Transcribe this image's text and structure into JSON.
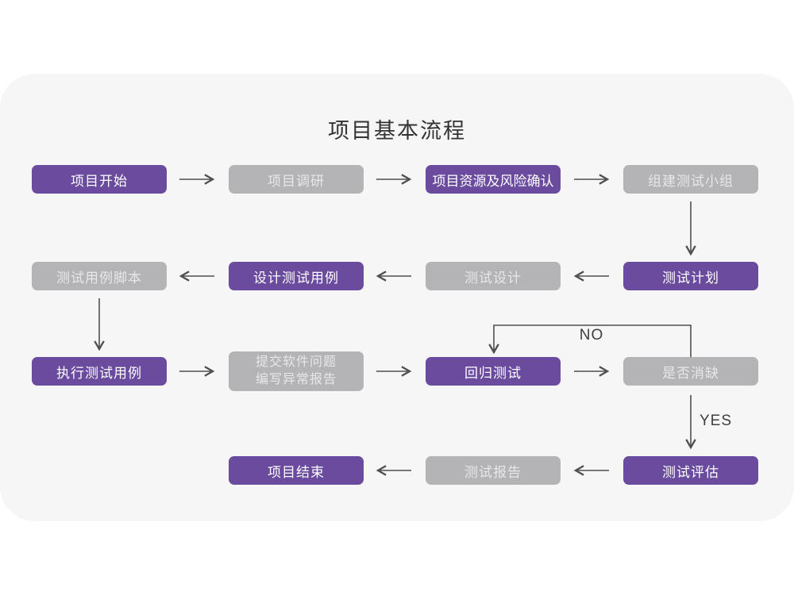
{
  "title": "项目基本流程",
  "colors": {
    "primary_box": "#6a4b9e",
    "secondary_box": "#b4b4b7",
    "card_background": "#f6f6f7",
    "arrow": "#4f4f4f"
  },
  "nodes": {
    "project_start": {
      "label": "项目开始",
      "type": "primary"
    },
    "project_research": {
      "label": "项目调研",
      "type": "secondary"
    },
    "resource_risk": {
      "label": "项目资源及风险确认",
      "type": "primary"
    },
    "build_test_team": {
      "label": "组建测试小组",
      "type": "secondary"
    },
    "test_plan": {
      "label": "测试计划",
      "type": "primary"
    },
    "test_design": {
      "label": "测试设计",
      "type": "secondary"
    },
    "design_test_cases": {
      "label": "设计测试用例",
      "type": "primary"
    },
    "test_case_script": {
      "label": "测试用例脚本",
      "type": "secondary"
    },
    "execute_test_cases": {
      "label": "执行测试用例",
      "type": "primary"
    },
    "submit_issue_report": {
      "line1": "提交软件问题",
      "line2": "编写异常报告",
      "type": "secondary"
    },
    "regression_test": {
      "label": "回归测试",
      "type": "primary"
    },
    "defect_cleared": {
      "label": "是否消缺",
      "type": "secondary"
    },
    "test_evaluation": {
      "label": "测试评估",
      "type": "primary"
    },
    "test_report": {
      "label": "测试报告",
      "type": "secondary"
    },
    "project_end": {
      "label": "项目结束",
      "type": "primary"
    }
  },
  "edge_labels": {
    "no": "NO",
    "yes": "YES"
  },
  "edges": [
    {
      "from": "project_start",
      "to": "project_research"
    },
    {
      "from": "project_research",
      "to": "resource_risk"
    },
    {
      "from": "resource_risk",
      "to": "build_test_team"
    },
    {
      "from": "build_test_team",
      "to": "test_plan"
    },
    {
      "from": "test_plan",
      "to": "test_design"
    },
    {
      "from": "test_design",
      "to": "design_test_cases"
    },
    {
      "from": "design_test_cases",
      "to": "test_case_script"
    },
    {
      "from": "test_case_script",
      "to": "execute_test_cases"
    },
    {
      "from": "execute_test_cases",
      "to": "submit_issue_report"
    },
    {
      "from": "submit_issue_report",
      "to": "regression_test"
    },
    {
      "from": "regression_test",
      "to": "defect_cleared"
    },
    {
      "from": "defect_cleared",
      "to": "regression_test",
      "label": "NO"
    },
    {
      "from": "defect_cleared",
      "to": "test_evaluation",
      "label": "YES"
    },
    {
      "from": "test_evaluation",
      "to": "test_report"
    },
    {
      "from": "test_report",
      "to": "project_end"
    }
  ]
}
